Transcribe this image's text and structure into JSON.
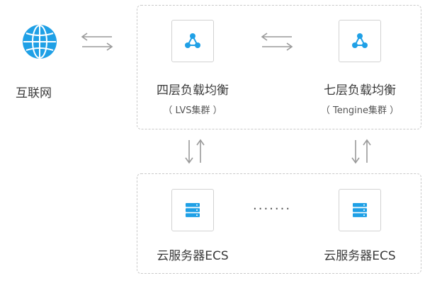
{
  "internet": {
    "label": "互联网",
    "icon": "globe-icon"
  },
  "l4": {
    "label": "四层负载均衡",
    "sublabel": "（ LVS集群 ）",
    "icon": "network-node-icon"
  },
  "l7": {
    "label": "七层负载均衡",
    "sublabel": "（ Tengine集群 ）",
    "icon": "network-node-icon"
  },
  "ecs_left": {
    "label": "云服务器ECS",
    "icon": "server-stack-icon"
  },
  "ecs_right": {
    "label": "云服务器ECS",
    "icon": "server-stack-icon"
  },
  "ellipsis": "·······",
  "colors": {
    "accent": "#1fa0e6",
    "arrow": "#9a9a9a",
    "border": "#c9c9c9"
  }
}
